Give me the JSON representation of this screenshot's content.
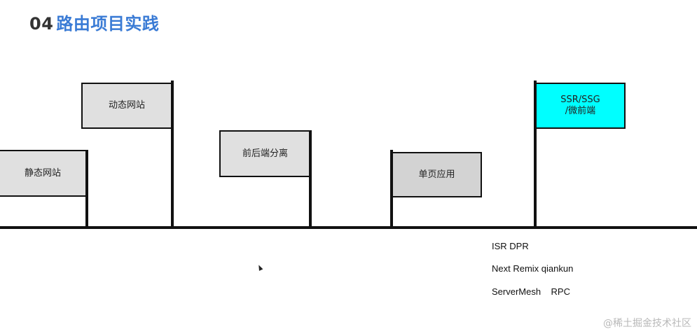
{
  "slide": {
    "number": "04",
    "title": "路由项目实践"
  },
  "flags": {
    "static_site": "静态网站",
    "dynamic_site": "动态网站",
    "fe_be_separation": "前后端分离",
    "spa": "单页应用",
    "ssr_ssg": "SSR/SSG\n/微前端"
  },
  "tech_notes": {
    "line1": "ISR DPR",
    "line2": "Next Remix qiankun",
    "line3": "ServerMesh    RPC"
  },
  "watermark": "@稀土掘金技术社区",
  "colors": {
    "title_number": "#333333",
    "title_text": "#3a7bd5",
    "flag_gray": "#e0e0e0",
    "flag_highlight": "#00ffff"
  }
}
